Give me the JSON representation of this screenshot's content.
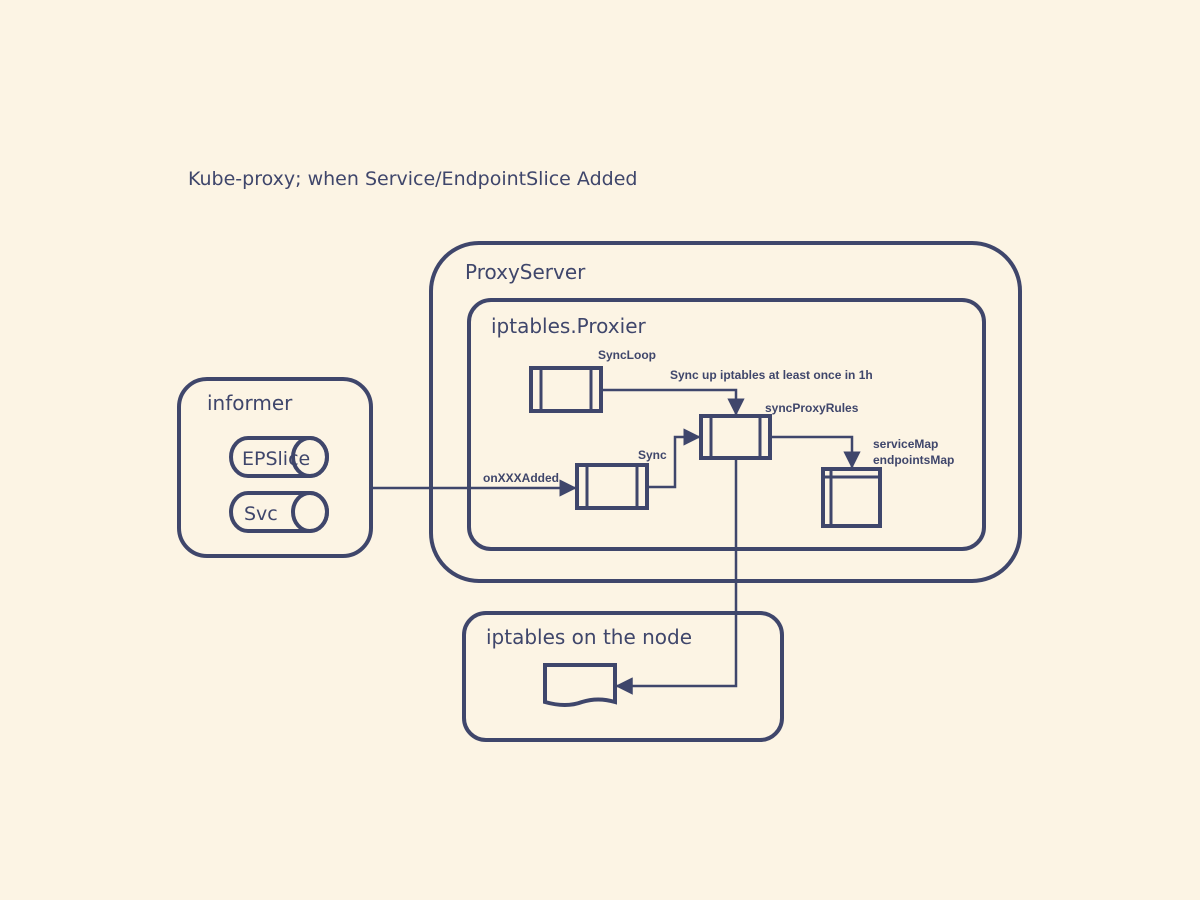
{
  "title": "Kube-proxy; when Service/EndpointSlice Added",
  "informer": {
    "label": "informer",
    "items": [
      "EPSlice",
      "Svc"
    ]
  },
  "proxy_server": {
    "label": "ProxyServer",
    "proxier": {
      "label": "iptables.Proxier",
      "sync_loop": "SyncLoop",
      "sync_loop_note": "Sync up iptables at least once in 1h",
      "sync": "Sync",
      "sync_proxy_rules": "syncProxyRules",
      "maps": [
        "serviceMap",
        "endpointsMap"
      ]
    }
  },
  "edge_labels": {
    "on_added": "onXXXAdded"
  },
  "iptables_node": {
    "label": "iptables on the node"
  },
  "colors": {
    "background": "#fcf4e4",
    "stroke": "#3f466b"
  }
}
